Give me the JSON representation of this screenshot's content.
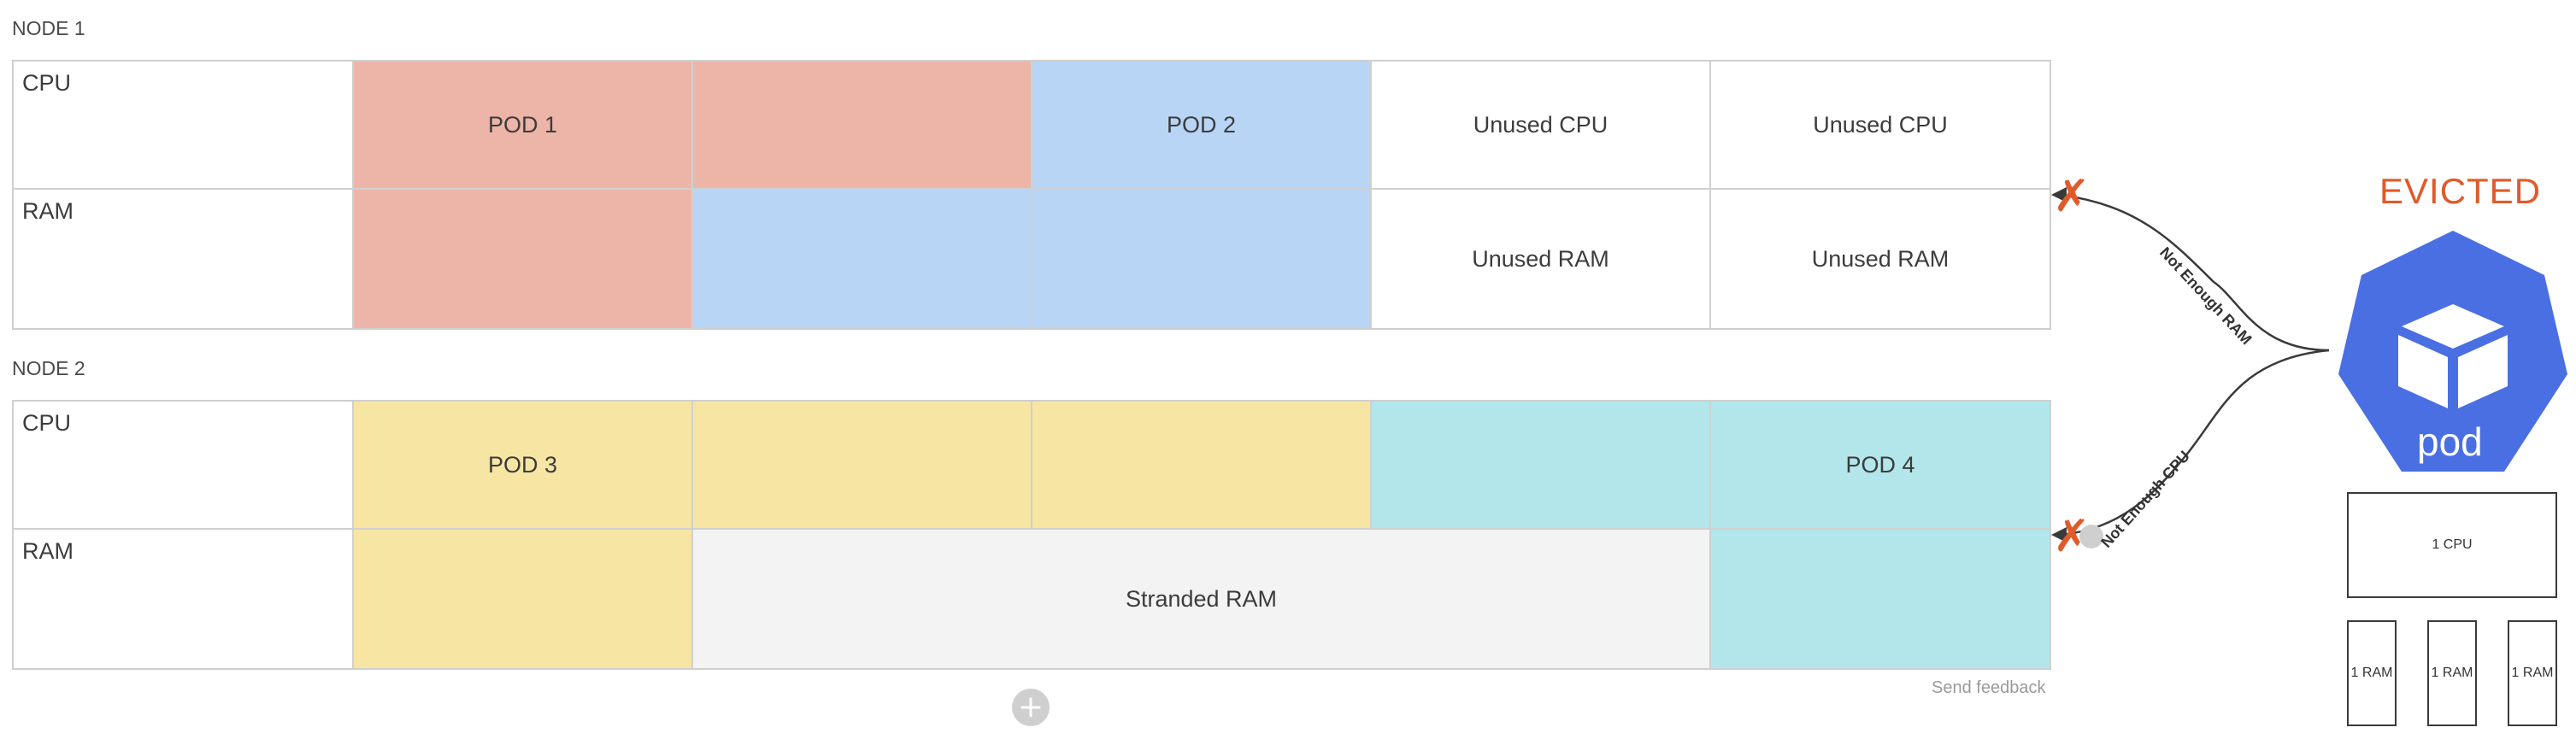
{
  "node1": {
    "label": "NODE 1",
    "cpu_label": "CPU",
    "ram_label": "RAM",
    "cpu_cells": [
      "POD 1",
      "",
      "POD 2",
      "Unused CPU",
      "Unused CPU"
    ],
    "ram_cells": [
      "",
      "",
      "",
      "Unused RAM",
      "Unused RAM"
    ]
  },
  "node2": {
    "label": "NODE 2",
    "cpu_label": "CPU",
    "ram_label": "RAM",
    "cpu_cells": [
      "POD 3",
      "",
      "",
      "",
      "POD 4"
    ],
    "ram_stranded": "Stranded RAM"
  },
  "eviction": {
    "title": "EVICTED",
    "pod_label": "pod",
    "reason_ram": "Not Enough RAM",
    "reason_cpu": "Not Enough CPU",
    "x_mark": "✗"
  },
  "pod_resources": {
    "cpu": "1 CPU",
    "ram": [
      "1 RAM",
      "1 RAM",
      "1 RAM"
    ]
  },
  "footer": {
    "feedback": "Send feedback",
    "add": "+"
  },
  "colors": {
    "pod1": "#ecb5a8",
    "pod2": "#b8d5f6",
    "pod3": "#f7e6a3",
    "pod4": "#b3e6ea",
    "stranded": "#f3f3f3",
    "accent": "#e05a2a",
    "pod_icon": "#4a6fe3"
  },
  "icons": {
    "pod": "kubernetes-pod-cube-icon",
    "reject": "x-mark-icon"
  }
}
